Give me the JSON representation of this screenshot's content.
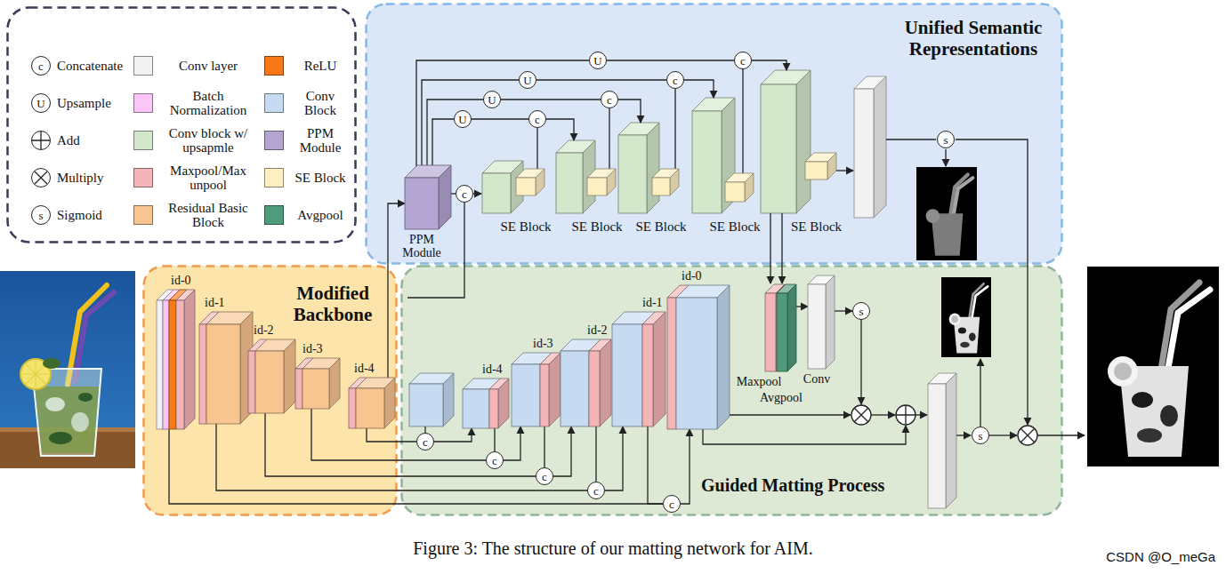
{
  "diagram": {
    "caption": "Figure 3: The structure of our matting network for AIM.",
    "nodes": [
      {
        "text": [
          "Unified Semantic Representations"
        ]
      },
      {
        "text": [
          "Modified Backbone"
        ]
      },
      {
        "text": [
          "Guided Matting Process"
        ]
      },
      {
        "text": [
          "id-0"
        ],
        "in": 1
      },
      {
        "text": [
          "id-1"
        ],
        "in": 1
      },
      {
        "text": [
          "id-2"
        ],
        "in": 1
      },
      {
        "text": [
          "id-3"
        ],
        "in": 1
      },
      {
        "text": [
          "id-4"
        ],
        "in": 1
      },
      {
        "text": [
          "PPM Module"
        ],
        "in": 0
      },
      {
        "text": [
          "c"
        ],
        "in": 0
      },
      {
        "text": [
          "U"
        ],
        "in": 0
      },
      {
        "text": [
          "c"
        ],
        "in": 0
      },
      {
        "text": [
          "U"
        ],
        "in": 0
      },
      {
        "text": [
          "c"
        ],
        "in": 0
      },
      {
        "text": [
          "U"
        ],
        "in": 0
      },
      {
        "text": [
          "c"
        ],
        "in": 0
      },
      {
        "text": [
          "U"
        ],
        "in": 0
      },
      {
        "text": [
          "c"
        ],
        "in": 0
      },
      {
        "text": [
          "SE Block"
        ],
        "in": 0
      },
      {
        "text": [
          "SE Block"
        ],
        "in": 0
      },
      {
        "text": [
          "SE Block"
        ],
        "in": 0
      },
      {
        "text": [
          "SE Block"
        ],
        "in": 0
      },
      {
        "text": [
          "SE Block"
        ],
        "in": 0
      },
      {
        "text": [
          "s"
        ],
        "in": 0
      },
      {
        "text": [
          "id-4"
        ],
        "in": 2
      },
      {
        "text": [
          "id-3"
        ],
        "in": 2
      },
      {
        "text": [
          "id-2"
        ],
        "in": 2
      },
      {
        "text": [
          "id-1"
        ],
        "in": 2
      },
      {
        "text": [
          "id-0"
        ],
        "in": 2
      },
      {
        "text": [
          "Maxpool"
        ],
        "in": 2
      },
      {
        "text": [
          "Avgpool"
        ],
        "in": 2
      },
      {
        "text": [
          "Conv"
        ],
        "in": 2
      },
      {
        "text": [
          "s"
        ],
        "in": 2
      },
      {
        "text": [
          "s"
        ],
        "in": 2
      },
      {
        "text": [
          "c"
        ],
        "in": 2
      },
      {
        "text": [
          "c"
        ],
        "in": 2
      },
      {
        "text": [
          "c"
        ],
        "in": 2
      },
      {
        "text": [
          "c"
        ],
        "in": 2
      },
      {
        "text": [
          "c"
        ],
        "in": 2
      }
    ],
    "edges": [
      {
        "from": 3,
        "to": 38,
        "arrow": "none"
      },
      {
        "from": 38,
        "to": 28,
        "arrow": "to"
      },
      {
        "from": 4,
        "to": 37,
        "arrow": "none"
      },
      {
        "from": 37,
        "to": 27,
        "arrow": "to"
      },
      {
        "from": 5,
        "to": 36,
        "arrow": "none"
      },
      {
        "from": 36,
        "to": 26,
        "arrow": "to"
      },
      {
        "from": 6,
        "to": 35,
        "arrow": "none"
      },
      {
        "from": 35,
        "to": 25,
        "arrow": "to"
      },
      {
        "from": 7,
        "to": 34,
        "arrow": "none"
      },
      {
        "from": 34,
        "to": 24,
        "arrow": "to"
      },
      {
        "from": 7,
        "to": 8,
        "arrow": "to"
      },
      {
        "from": 8,
        "to": 9,
        "arrow": "none"
      },
      {
        "from": 8,
        "to": 10,
        "arrow": "none"
      },
      {
        "from": 8,
        "to": 12,
        "arrow": "none"
      },
      {
        "from": 8,
        "to": 14,
        "arrow": "none"
      },
      {
        "from": 8,
        "to": 16,
        "arrow": "none"
      },
      {
        "from": 10,
        "to": 11,
        "arrow": "none"
      },
      {
        "from": 12,
        "to": 13,
        "arrow": "none"
      },
      {
        "from": 14,
        "to": 15,
        "arrow": "none"
      },
      {
        "from": 16,
        "to": 17,
        "arrow": "none"
      },
      {
        "from": 18,
        "to": 11,
        "arrow": "none"
      },
      {
        "from": 19,
        "to": 13,
        "arrow": "none"
      },
      {
        "from": 20,
        "to": 15,
        "arrow": "none"
      },
      {
        "from": 21,
        "to": 17,
        "arrow": "none"
      },
      {
        "from": 24,
        "to": 35,
        "arrow": "none"
      },
      {
        "from": 25,
        "to": 36,
        "arrow": "none"
      },
      {
        "from": 26,
        "to": 37,
        "arrow": "none"
      },
      {
        "from": 27,
        "to": 38,
        "arrow": "none"
      },
      {
        "from": 30,
        "to": 31,
        "arrow": "to"
      },
      {
        "from": 31,
        "to": 32,
        "arrow": "to"
      }
    ],
    "labels": [
      "c",
      "U",
      "s",
      "CSDN @O_meGa"
    ],
    "legend": [
      {
        "text": "Concatenate"
      },
      {
        "text": "Conv layer",
        "color": "#f2f2f2"
      },
      {
        "text": "ReLU",
        "color": "#f87716"
      },
      {
        "text": "Upsample"
      },
      {
        "text": "Batch Normalization",
        "color": "#fac6f7"
      },
      {
        "text": "Conv Block",
        "color": "#c6dbf2"
      },
      {
        "text": "Add"
      },
      {
        "text": "Conv block w/ upsapmle",
        "color": "#d3e8ca"
      },
      {
        "text": "PPM Module",
        "color": "#b4a5d3"
      },
      {
        "text": "Multiply"
      },
      {
        "text": "Maxpool/Max unpool",
        "color": "#f3b5b7"
      },
      {
        "text": "SE Block",
        "color": "#fcefc1"
      },
      {
        "text": "Sigmoid"
      },
      {
        "text": "Residual Basic Block",
        "color": "#f8c591"
      },
      {
        "text": "Avgpool",
        "color": "#4f9b7c"
      }
    ]
  }
}
